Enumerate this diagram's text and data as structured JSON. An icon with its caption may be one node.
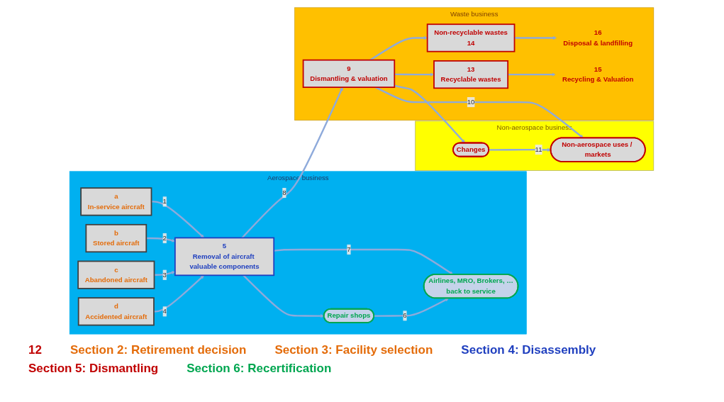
{
  "diagram": {
    "nodes": [
      {
        "text": [
          "Aerospace business"
        ]
      },
      {
        "text": [
          "a",
          "In-service aircraft"
        ],
        "in": 0
      },
      {
        "text": [
          "b",
          "Stored aircraft"
        ],
        "in": 0
      },
      {
        "text": [
          "c",
          "Abandoned aircraft"
        ],
        "in": 0
      },
      {
        "text": [
          "d",
          "Accidented aircraft"
        ],
        "in": 0
      },
      {
        "text": [
          "5",
          "Removal of aircraft valuable components"
        ],
        "in": 0
      },
      {
        "text": [
          "Repair shops"
        ],
        "in": 0
      },
      {
        "text": [
          "Airlines, MRO, Brokers, …",
          "back to service"
        ],
        "in": 0
      },
      {
        "text": [
          "Non-aerospace business"
        ]
      },
      {
        "text": [
          "Non-aerospace uses / markets"
        ],
        "in": 8
      },
      {
        "text": [
          "Changes"
        ],
        "in": 8
      },
      {
        "text": [
          "Waste business"
        ]
      },
      {
        "text": [
          "9",
          "Dismantling & valuation"
        ],
        "in": 11
      },
      {
        "text": [
          "13",
          "Recyclable wastes"
        ],
        "in": 11
      },
      {
        "text": [
          "Non-recyclable wastes",
          "14"
        ],
        "in": 11
      },
      {
        "text": [
          "Recycling & Valuation"
        ],
        "in": 11,
        "beside": [
          "15"
        ]
      },
      {
        "text": [
          "Disposal & landfilling"
        ],
        "in": 11,
        "beside": [
          "16"
        ]
      }
    ],
    "edges": [
      {
        "from": 1,
        "to": 5,
        "arrow": "to",
        "label": "1"
      },
      {
        "from": 2,
        "to": 5,
        "arrow": "to",
        "label": "2"
      },
      {
        "from": 3,
        "to": 5,
        "arrow": "to",
        "label": "3"
      },
      {
        "from": 4,
        "to": 5,
        "arrow": "to",
        "label": "4"
      },
      {
        "from": 5,
        "to": 6,
        "arrow": "to"
      },
      {
        "from": 6,
        "to": 7,
        "arrow": "to",
        "label": "6"
      },
      {
        "from": 5,
        "to": 7,
        "arrow": "to",
        "label": "7"
      },
      {
        "from": 5,
        "to": 12,
        "arrow": "to",
        "label": "8"
      },
      {
        "from": 12,
        "to": 9,
        "arrow": "to",
        "label": "10"
      },
      {
        "from": 12,
        "to": 10,
        "arrow": "to"
      },
      {
        "from": 10,
        "to": 9,
        "arrow": "to",
        "label": "11"
      },
      {
        "from": 12,
        "to": 13,
        "arrow": "to"
      },
      {
        "from": 12,
        "to": 14,
        "arrow": "to"
      },
      {
        "from": 13,
        "to": 15,
        "arrow": "to"
      },
      {
        "from": 14,
        "to": 16,
        "arrow": "to"
      }
    ],
    "labels": [
      "12",
      "Section 2: Retirement decision",
      "Section 3: Facility selection",
      "Section 4: Disassembly",
      "Section 5: Dismantling",
      "Section 6: Recertification"
    ]
  }
}
